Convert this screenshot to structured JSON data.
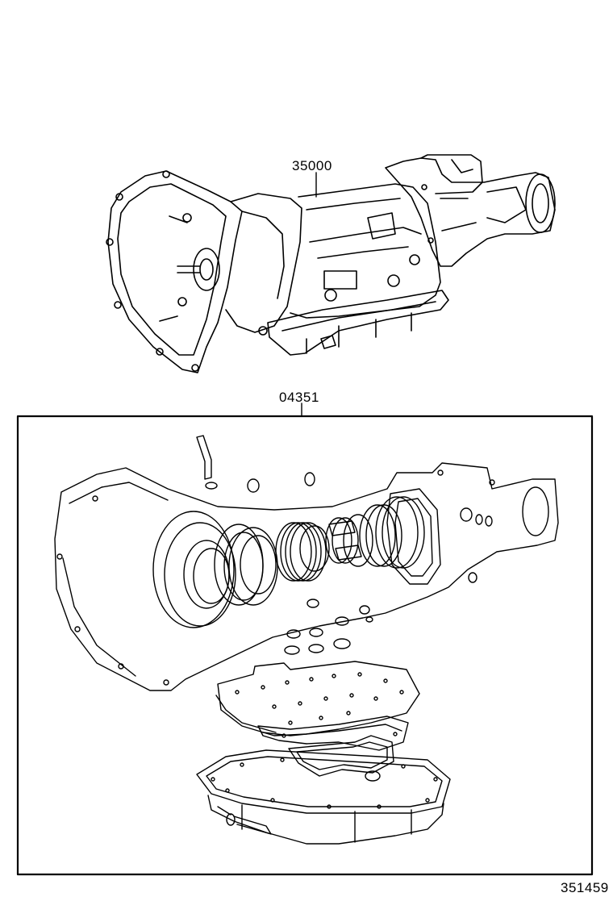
{
  "diagram": {
    "callouts": {
      "transmission_assy": "35000",
      "gasket_kit": "04351"
    },
    "reference_number": "351459"
  }
}
